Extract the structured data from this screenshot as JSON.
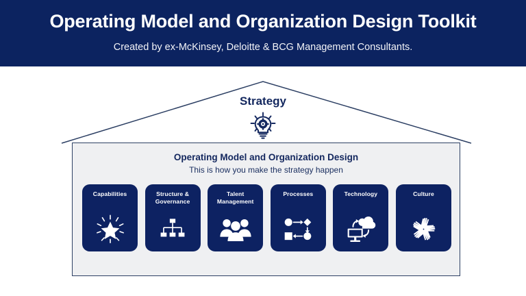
{
  "header": {
    "title": "Operating Model and Organization Design Toolkit",
    "subtitle": "Created by ex-McKinsey, Deloitte & BCG Management Consultants.",
    "background_color": "#0c2360",
    "title_color": "#ffffff"
  },
  "house": {
    "roof": {
      "label": "Strategy",
      "label_color": "#13275e",
      "line_color": "#2c3f63",
      "icon": "lightbulb-gear-icon"
    },
    "body": {
      "title": "Operating Model and Organization Design",
      "subtitle": "This is how you make the strategy happen",
      "background_color": "#eff0f2",
      "border_color": "#2c3f63",
      "title_color": "#13275e"
    },
    "pillars": [
      {
        "label": "Capabilities",
        "lines": [
          "Capabilities"
        ],
        "icon": "star-burst-icon",
        "color": "#0d2262"
      },
      {
        "label": "Structure & Governance",
        "lines": [
          "Structure &",
          "Governance"
        ],
        "icon": "org-chart-icon",
        "color": "#0d2262"
      },
      {
        "label": "Talent Management",
        "lines": [
          "Talent",
          "Management"
        ],
        "icon": "people-group-icon",
        "color": "#0d2262"
      },
      {
        "label": "Processes",
        "lines": [
          "Processes"
        ],
        "icon": "process-flow-icon",
        "color": "#0d2262"
      },
      {
        "label": "Technology",
        "lines": [
          "Technology"
        ],
        "icon": "cloud-monitor-sync-icon",
        "color": "#0d2262"
      },
      {
        "label": "Culture",
        "lines": [
          "Culture"
        ],
        "icon": "hands-together-icon",
        "color": "#0d2262"
      }
    ]
  }
}
